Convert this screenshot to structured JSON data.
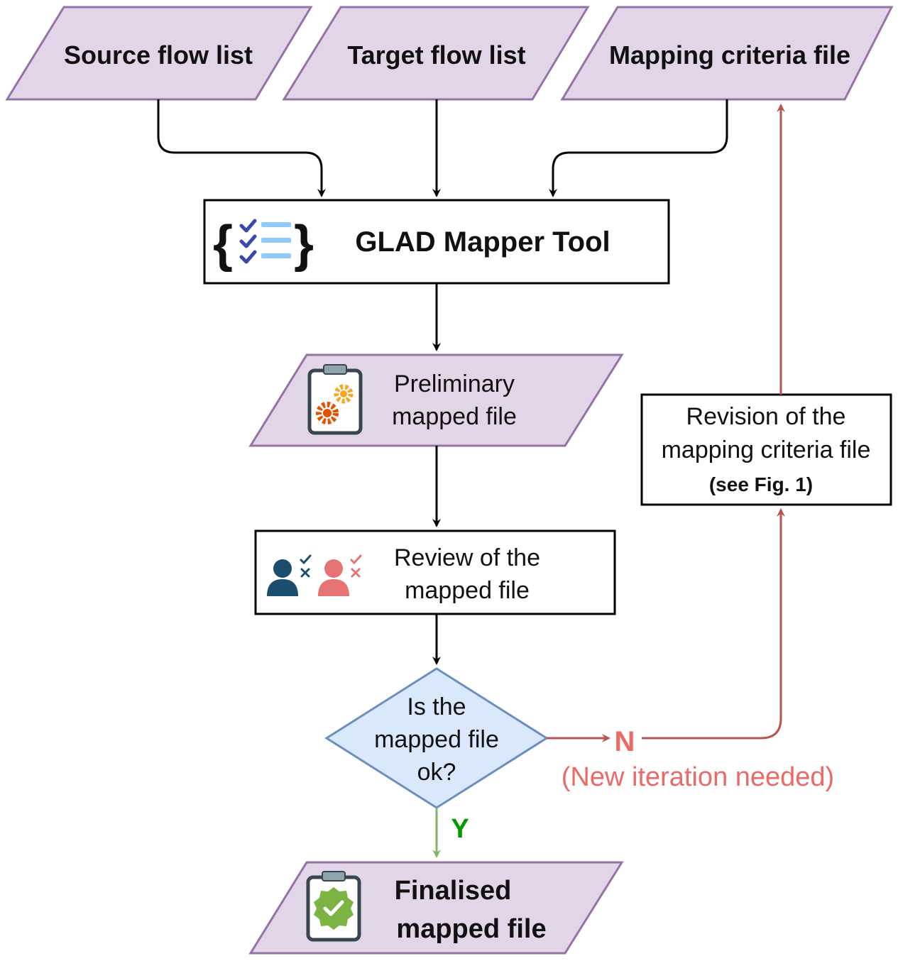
{
  "inputs": {
    "source": "Source flow list",
    "target": "Target flow list",
    "criteria": "Mapping criteria file"
  },
  "tool": {
    "label": "GLAD Mapper Tool",
    "icon": "checklist-braces-icon"
  },
  "preliminary": {
    "line1": "Preliminary",
    "line2": "mapped file",
    "icon": "clipboard-gears-icon"
  },
  "review": {
    "line1": "Review of the",
    "line2": "mapped file",
    "icon": "reviewers-icon"
  },
  "decision": {
    "line1": "Is the",
    "line2": "mapped file",
    "line3": "ok?"
  },
  "no_branch": {
    "letter": "N",
    "note": "(New iteration needed)"
  },
  "yes_branch": {
    "letter": "Y"
  },
  "revision": {
    "line1": "Revision of the",
    "line2": "mapping criteria file",
    "line3": "(see Fig. 1)"
  },
  "final": {
    "line1": "Finalised",
    "line2": "mapped file",
    "icon": "clipboard-check-icon"
  },
  "colors": {
    "parallelogram_fill": "#e1d5e7",
    "parallelogram_stroke": "#9673a6",
    "diamond_fill": "#dae8fc",
    "diamond_stroke": "#6c8ebf",
    "loop_arrow": "#b85450",
    "no_text": "#ea6b66",
    "yes_arrow": "#82b366",
    "yes_text": "#009900"
  }
}
